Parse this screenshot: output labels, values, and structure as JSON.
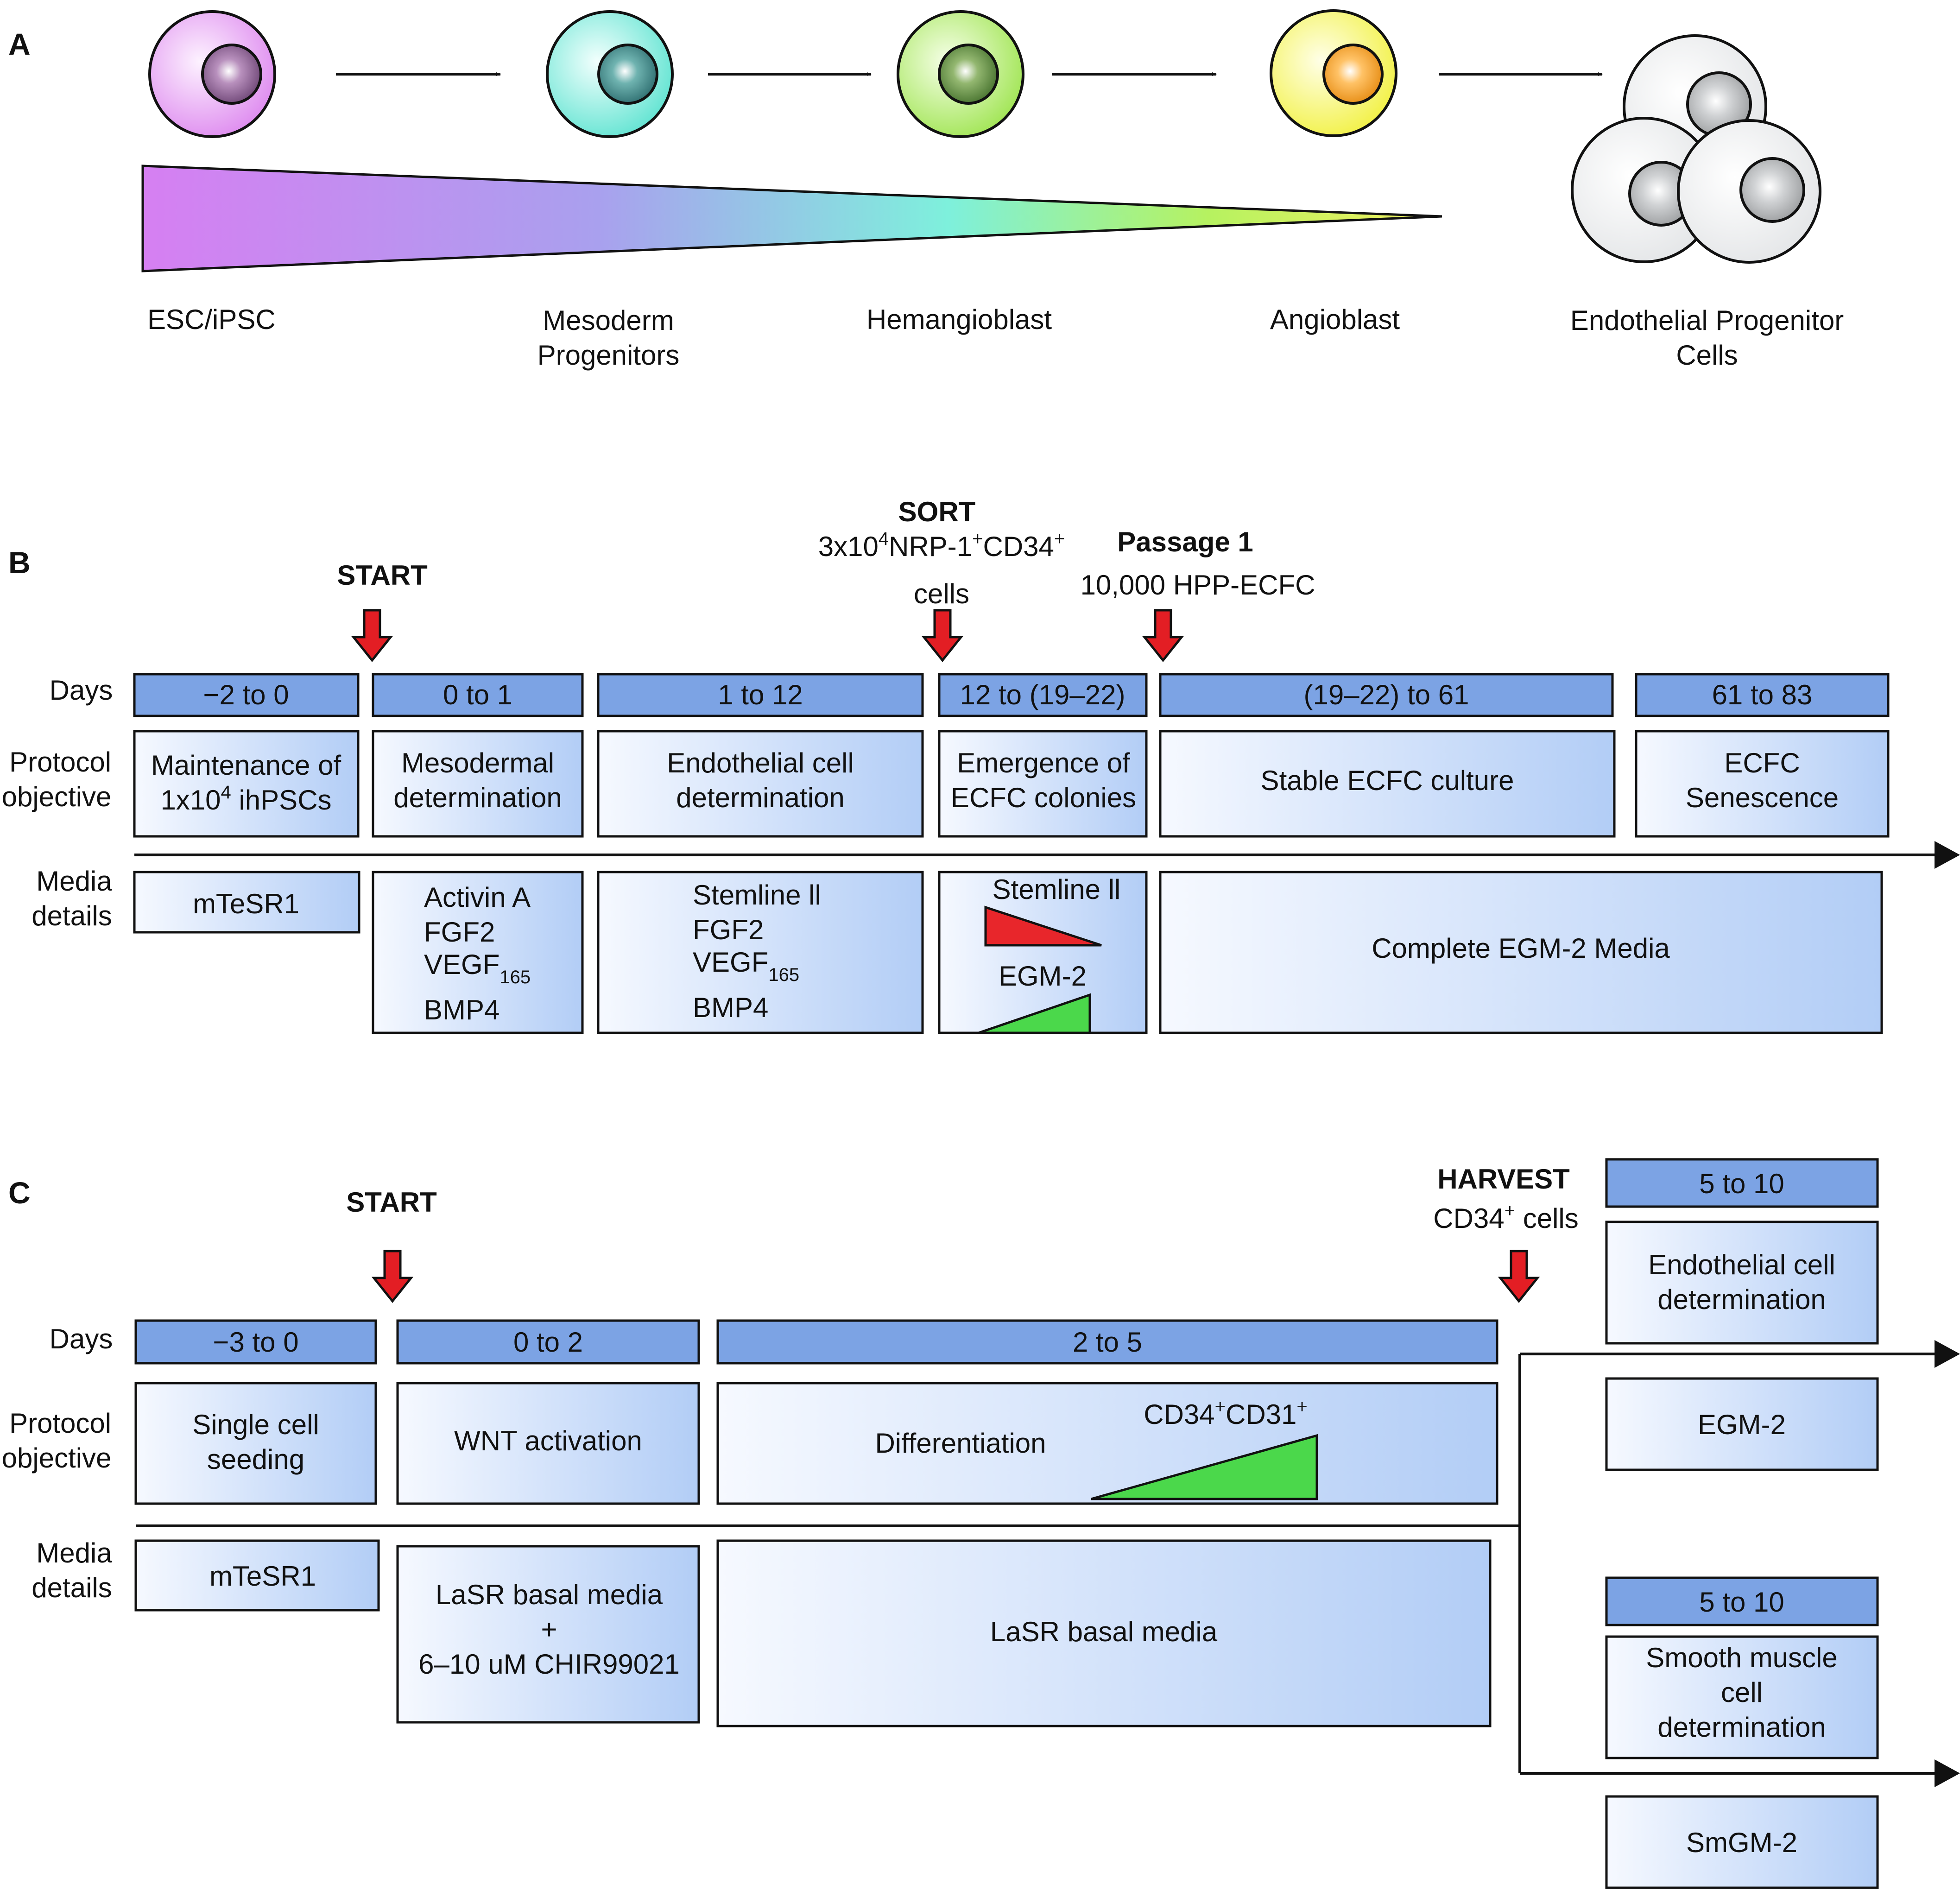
{
  "panels": {
    "a": "A",
    "b": "B",
    "c": "C"
  },
  "panel_a": {
    "stages": [
      "ESC/iPSC",
      "Mesoderm",
      "Progenitors",
      "Hemangioblast",
      "Angioblast",
      "Endothelial Progenitor",
      "Cells"
    ]
  },
  "panel_b": {
    "row_labels": {
      "days": "Days",
      "protocol_1": "Protocol",
      "protocol_2": "objective",
      "media_1": "Media",
      "media_2": "details"
    },
    "start": "START",
    "sort": {
      "title": "SORT",
      "line1_a": "3x10",
      "line1_sup1": "4",
      "line1_b": "NRP-1",
      "line1_sup2": "+",
      "line1_c": "CD34",
      "line1_sup3": "+",
      "line2": "cells"
    },
    "passage": {
      "title": "Passage 1",
      "line": "10,000 HPP-ECFC"
    },
    "days": [
      "−2 to 0",
      "0 to 1",
      "1 to 12",
      "12 to (19–22)",
      "(19–22) to 61",
      "61 to 83"
    ],
    "objectives": {
      "o1_line1": "Maintenance of",
      "o1_line2_a": "1x10",
      "o1_line2_sup": "4",
      "o1_line2_b": " ihPSCs",
      "o2_line1": "Mesodermal",
      "o2_line2": "determination",
      "o3_line1": "Endothelial cell",
      "o3_line2": "determination",
      "o4_line1": "Emergence of",
      "o4_line2": "ECFC colonies",
      "o5": "Stable ECFC culture",
      "o6_line1": "ECFC",
      "o6_line2": "Senescence"
    },
    "media": {
      "m1": "mTeSR1",
      "m2": [
        "Activin A",
        "FGF2",
        "VEGF",
        "BMP4"
      ],
      "m3": [
        "Stemline ll",
        "FGF2",
        "VEGF",
        "BMP4"
      ],
      "vegf_sub": "165",
      "m4_top": "Stemline ll",
      "m4_bottom": "EGM-2",
      "m5": "Complete EGM-2 Media"
    }
  },
  "panel_c": {
    "row_labels": {
      "days": "Days",
      "protocol_1": "Protocol",
      "protocol_2": "objective",
      "media_1": "Media",
      "media_2": "details"
    },
    "start": "START",
    "harvest": {
      "title": "HARVEST",
      "line_a": "CD34",
      "line_sup": "+",
      "line_b": " cells"
    },
    "days": [
      "−3 to 0",
      "0 to 2",
      "2 to 5"
    ],
    "objectives": {
      "o1_line1": "Single cell",
      "o1_line2": "seeding",
      "o2": "WNT activation",
      "o3": "Differentiation",
      "o3_marker_a": "CD34",
      "o3_marker_sup1": "+",
      "o3_marker_b": "CD31",
      "o3_marker_sup2": "+"
    },
    "media": {
      "m1": "mTeSR1",
      "m2_line1": "LaSR basal media",
      "m2_line2": "+",
      "m2_line3": "6–10 uM CHIR99021",
      "m3": "LaSR basal media"
    },
    "branch_endothelial": {
      "days": "5 to 10",
      "objective_line1": "Endothelial cell",
      "objective_line2": "determination",
      "media": "EGM-2"
    },
    "branch_smooth_muscle": {
      "days": "5 to 10",
      "objective_line1": "Smooth muscle",
      "objective_line2": "cell",
      "objective_line3": "determination",
      "media": "SmGM-2"
    }
  },
  "colors": {
    "day_box": "#7ca3e4",
    "box_gradient_start": "#f6f9ff",
    "box_gradient_end": "#b2cdf6",
    "arrow_red": "#e31e24",
    "wedge_red": "#e8262b",
    "wedge_green": "#4bd84b"
  }
}
